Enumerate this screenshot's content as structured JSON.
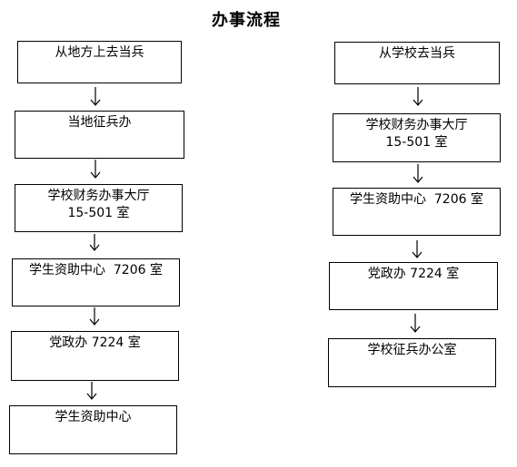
{
  "title": "办事流程",
  "left_flow": [
    {
      "lines": [
        "从地方上去当兵"
      ]
    },
    {
      "lines": [
        "当地征兵办"
      ]
    },
    {
      "lines": [
        "学校财务办事大厅",
        "15-501 室"
      ]
    },
    {
      "lines": [
        "学生资助中心  7206 室"
      ]
    },
    {
      "lines": [
        "党政办 7224 室"
      ]
    },
    {
      "lines": [
        "学生资助中心"
      ]
    }
  ],
  "right_flow": [
    {
      "lines": [
        "从学校去当兵"
      ]
    },
    {
      "lines": [
        "学校财务办事大厅",
        "15-501 室"
      ]
    },
    {
      "lines": [
        "学生资助中心  7206 室"
      ]
    },
    {
      "lines": [
        "党政办 7224 室"
      ]
    },
    {
      "lines": [
        "学校征兵办公室"
      ]
    }
  ]
}
